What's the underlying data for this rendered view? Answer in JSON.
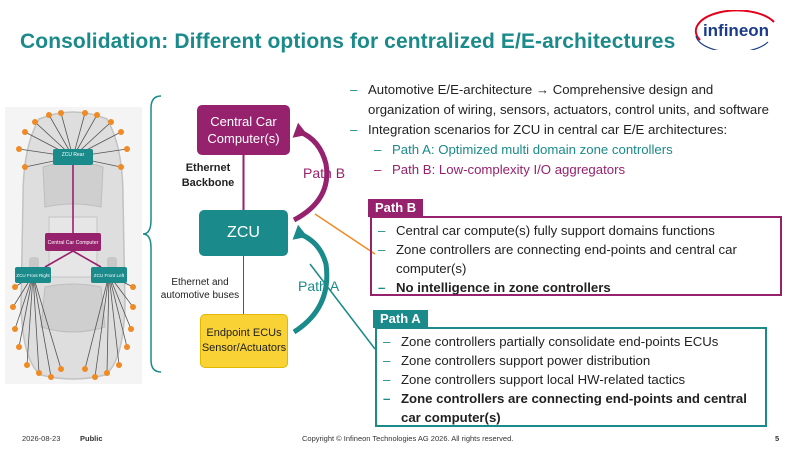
{
  "title": "Consolidation: Different options for centralized E/E-architectures",
  "logo_text": "infineon",
  "colors": {
    "teal": "#1b8a8a",
    "purple": "#96226e",
    "yellow": "#f9d236",
    "orange": "#f08a24"
  },
  "car": {
    "zcu_rear": "ZCU Rear",
    "central_car_computer": "Central Car Computer",
    "zcu_front_right": "ZCU Front Right",
    "zcu_front_left": "ZCU Front Left"
  },
  "diagram": {
    "central_box_line1": "Central Car",
    "central_box_line2": "Computer(s)",
    "zcu_box": "ZCU",
    "ecu_box_line1": "Endpoint ECUs",
    "ecu_box_line2": "Sensor/Actuators",
    "ethernet_backbone_line1": "Ethernet",
    "ethernet_backbone_line2": "Backbone",
    "bus_label_line1": "Ethernet and",
    "bus_label_line2": "automotive buses",
    "path_b": "Path B",
    "path_a": "Path A"
  },
  "bullets": {
    "b1_line1": "Automotive E/E-architecture → Comprehensive design and",
    "b1_line2": "organization of wiring, sensors, actuators, control units, and software",
    "b2": "Integration scenarios for ZCU in central car E/E architectures:",
    "sub_a": "Path A: Optimized multi domain zone controllers",
    "sub_b": "Path B: Low-complexity I/O aggregators"
  },
  "path_b_panel": {
    "tab": "Path B",
    "items": [
      "Central car compute(s) fully support domains functions",
      "Zone controllers are connecting end-points and central car computer(s)",
      "No intelligence in zone controllers"
    ]
  },
  "path_a_panel": {
    "tab": "Path A",
    "items": [
      "Zone controllers partially consolidate end-points ECUs",
      "Zone controllers support power distribution",
      "Zone controllers support local HW-related tactics",
      "Zone controllers are connecting end-points and central car computer(s)"
    ]
  },
  "footer": {
    "date": "2026-08-23",
    "classification": "Public",
    "copyright": "Copyright © Infineon Technologies AG 2026. All rights reserved.",
    "page": "5"
  }
}
